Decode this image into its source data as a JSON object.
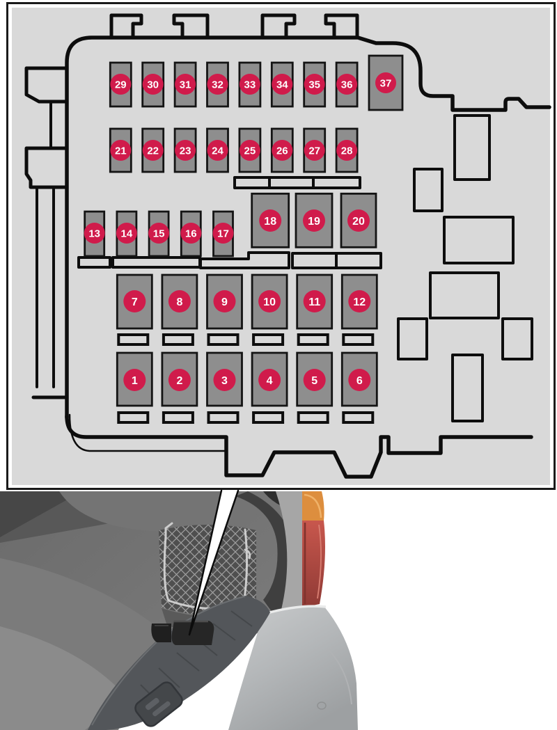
{
  "figure": {
    "title": "rear-cargo-area-fuse-box-diagram",
    "fuse_labels": [
      "1",
      "2",
      "3",
      "4",
      "5",
      "6",
      "7",
      "8",
      "9",
      "10",
      "11",
      "12",
      "13",
      "14",
      "15",
      "16",
      "17",
      "18",
      "19",
      "20",
      "21",
      "22",
      "23",
      "24",
      "25",
      "26",
      "27",
      "28",
      "29",
      "30",
      "31",
      "32",
      "33",
      "34",
      "35",
      "36",
      "37"
    ]
  },
  "colors": {
    "accent_crimson": "#d01b4b",
    "fuse_gray": "#8e8e8e",
    "diagram_bg": "#d9d9d9",
    "outline_black": "#0d0d0d",
    "frame_border": "#1a1a1a",
    "label_text": "#ffffff",
    "taillight_orange": "#dd8e3e",
    "taillight_red": "#b64a42",
    "bumper_silver": "#c0c2c4",
    "trunk_dark": "#636363",
    "sill_dark": "#53565a"
  }
}
